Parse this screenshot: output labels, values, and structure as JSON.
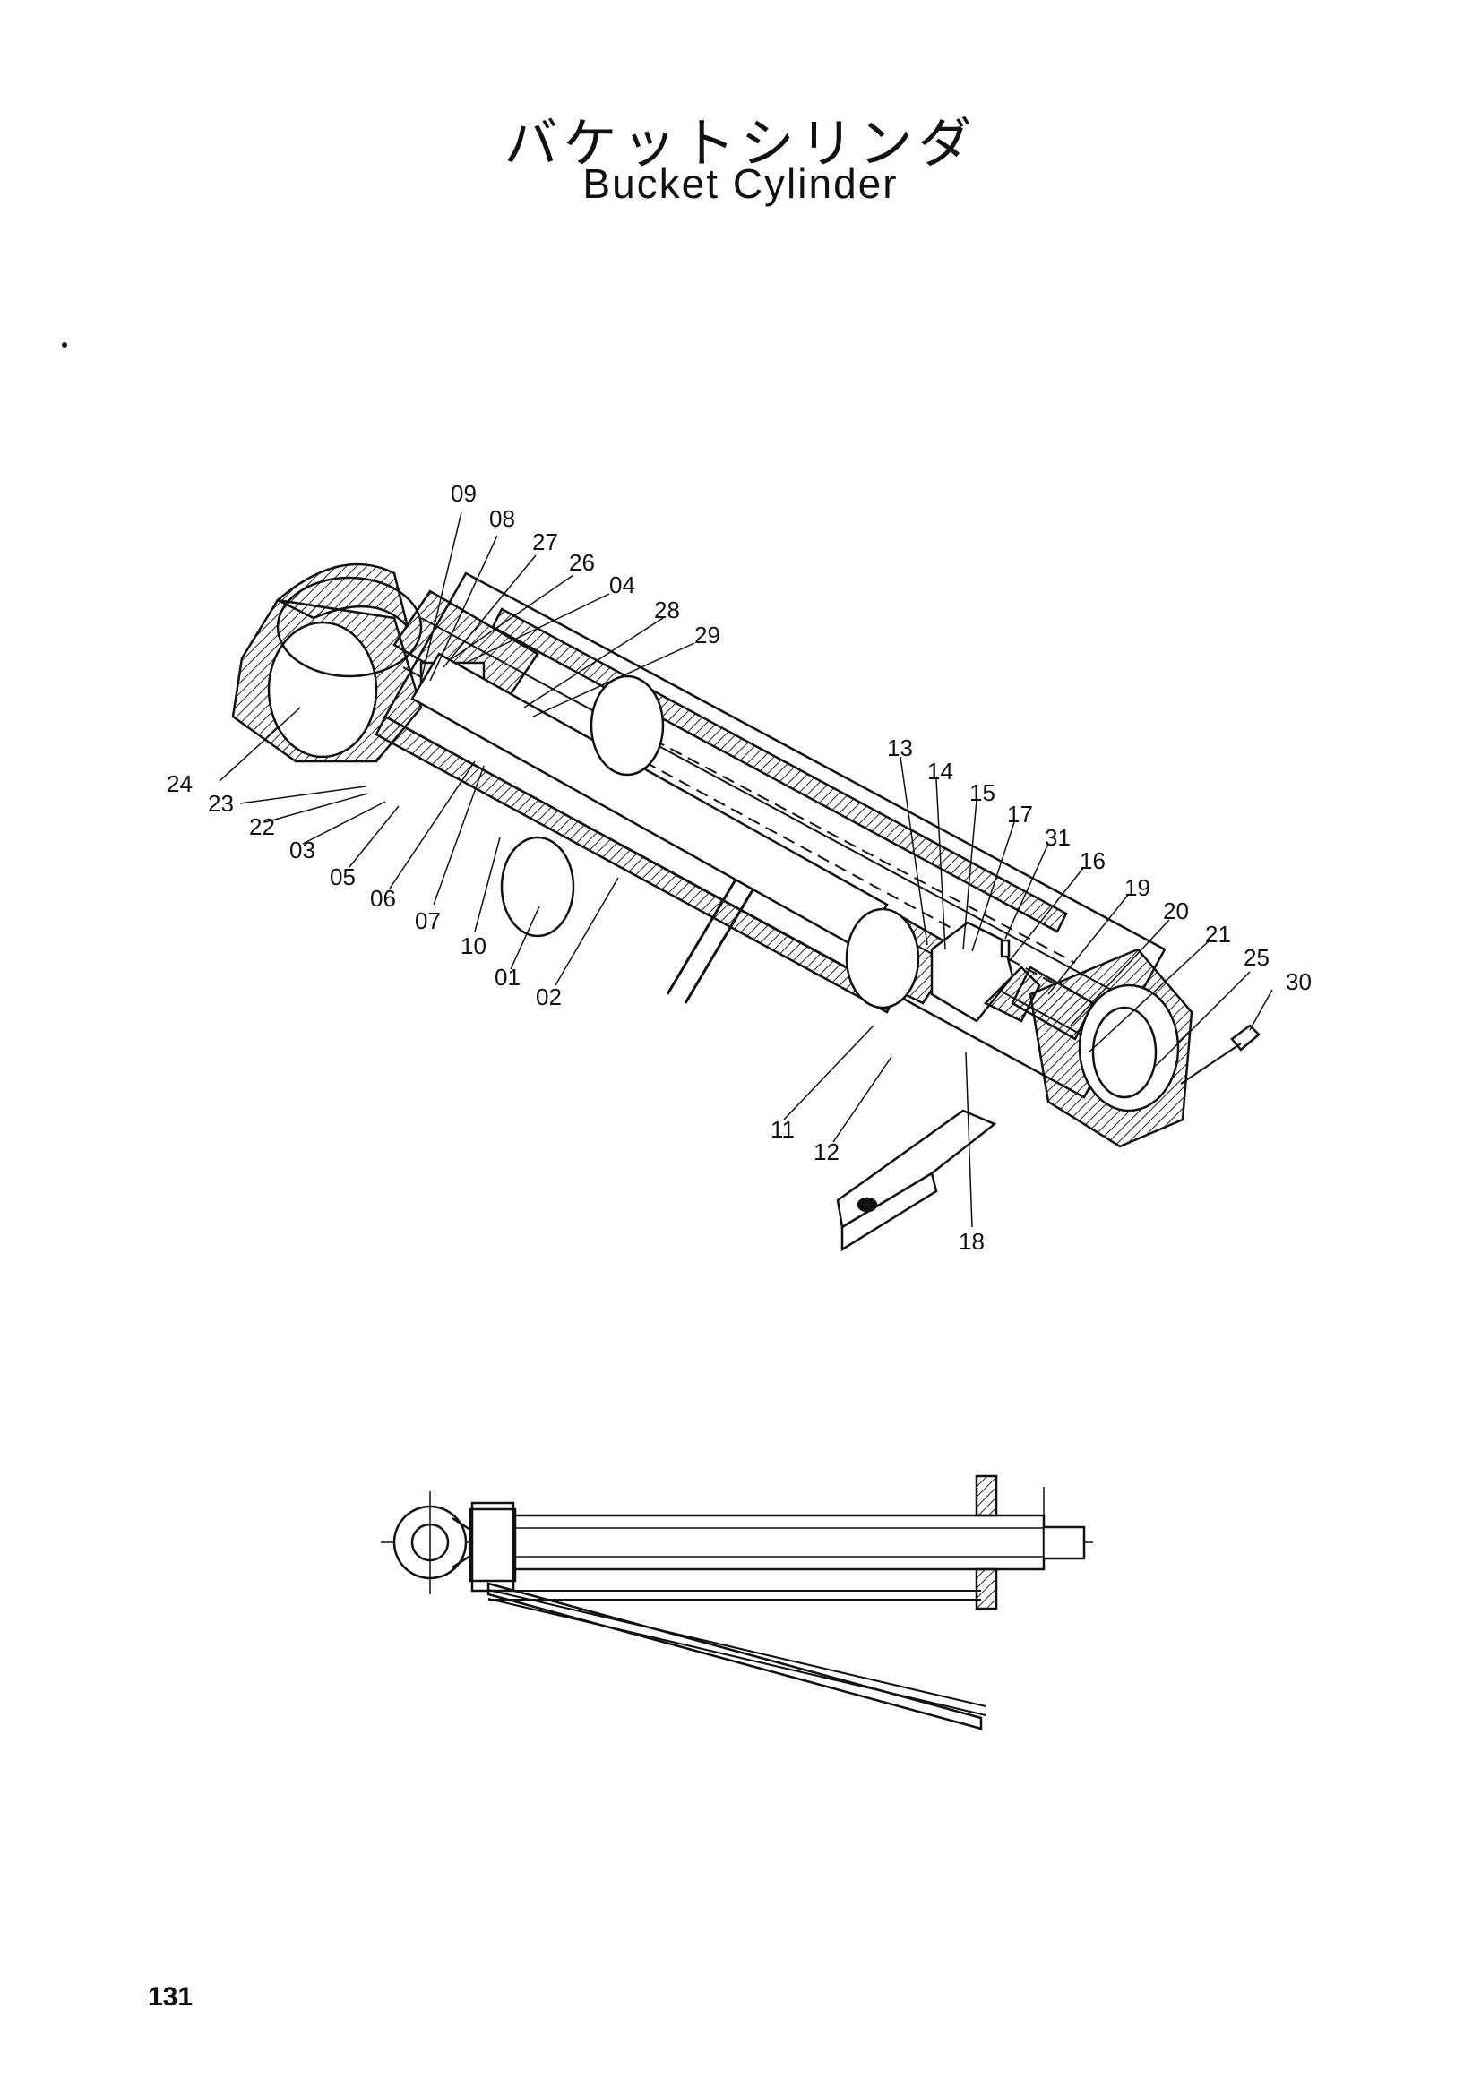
{
  "header": {
    "title_jp": "バケットシリンダ",
    "title_en": "Bucket Cylinder"
  },
  "page_number": "131",
  "callouts": [
    "09",
    "08",
    "27",
    "26",
    "04",
    "28",
    "29",
    "24",
    "23",
    "22",
    "03",
    "05",
    "06",
    "07",
    "10",
    "01",
    "02",
    "13",
    "14",
    "15",
    "17",
    "31",
    "16",
    "19",
    "20",
    "21",
    "25",
    "30",
    "11",
    "12",
    "18"
  ]
}
